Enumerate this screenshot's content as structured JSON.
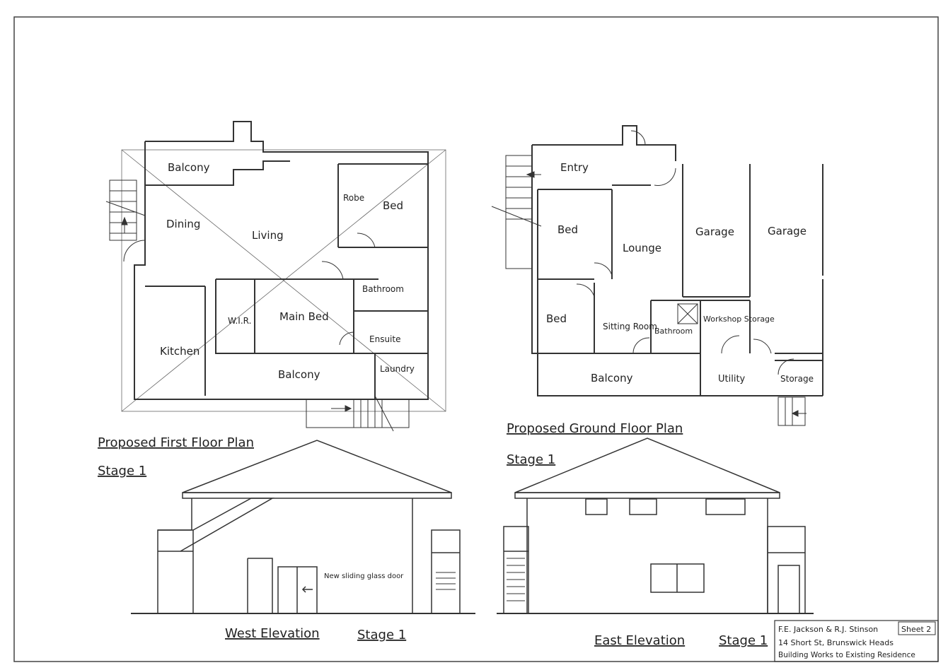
{
  "first_floor": {
    "title": "Proposed First Floor Plan",
    "stage": "Stage 1",
    "rooms": {
      "balcony_top": "Balcony",
      "dining": "Dining",
      "living": "Living",
      "robe": "Robe",
      "bed": "Bed",
      "bathroom": "Bathroom",
      "ensuite": "Ensuite",
      "wir": "W.I.R.",
      "main_bed": "Main Bed",
      "kitchen": "Kitchen",
      "balcony_bottom": "Balcony",
      "laundry": "Laundry"
    }
  },
  "ground_floor": {
    "title": "Proposed Ground Floor Plan",
    "stage": "Stage 1",
    "rooms": {
      "entry": "Entry",
      "bed_upper": "Bed",
      "lounge": "Lounge",
      "garage_left": "Garage",
      "garage_right": "Garage",
      "bed_lower": "Bed",
      "sitting_room": "Sitting Room",
      "bathroom": "Bathroom",
      "workshop_storage": "Workshop Storage",
      "balcony": "Balcony",
      "utility": "Utility",
      "storage": "Storage"
    }
  },
  "west_elevation": {
    "title": "West Elevation",
    "stage": "Stage 1",
    "note": "New sliding glass door"
  },
  "east_elevation": {
    "title": "East Elevation",
    "stage": "Stage 1"
  },
  "title_block": {
    "owners": "F.E. Jackson & R.J. Stinson",
    "sheet": "Sheet 2",
    "address": "14 Short St, Brunswick Heads",
    "description": "Building Works to Existing Residence"
  }
}
